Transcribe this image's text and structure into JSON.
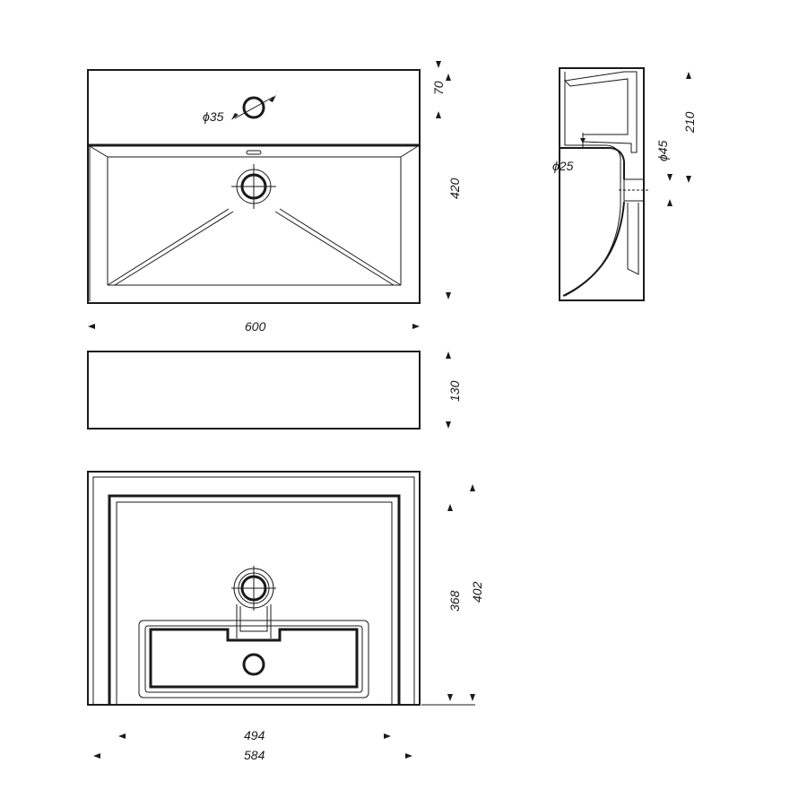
{
  "drawing": {
    "top_view": {
      "tap_hole_diameter": "ϕ35",
      "depth_back": "70",
      "depth_bowl": "420",
      "overall_width": "600"
    },
    "front_view": {
      "height": "130"
    },
    "side_section": {
      "overflow_diameter": "ϕ25",
      "drain_diameter": "ϕ45",
      "height": "210"
    },
    "bottom_view": {
      "inner_depth": "368",
      "outer_depth": "402",
      "inner_width": "494",
      "outer_width": "584"
    }
  }
}
